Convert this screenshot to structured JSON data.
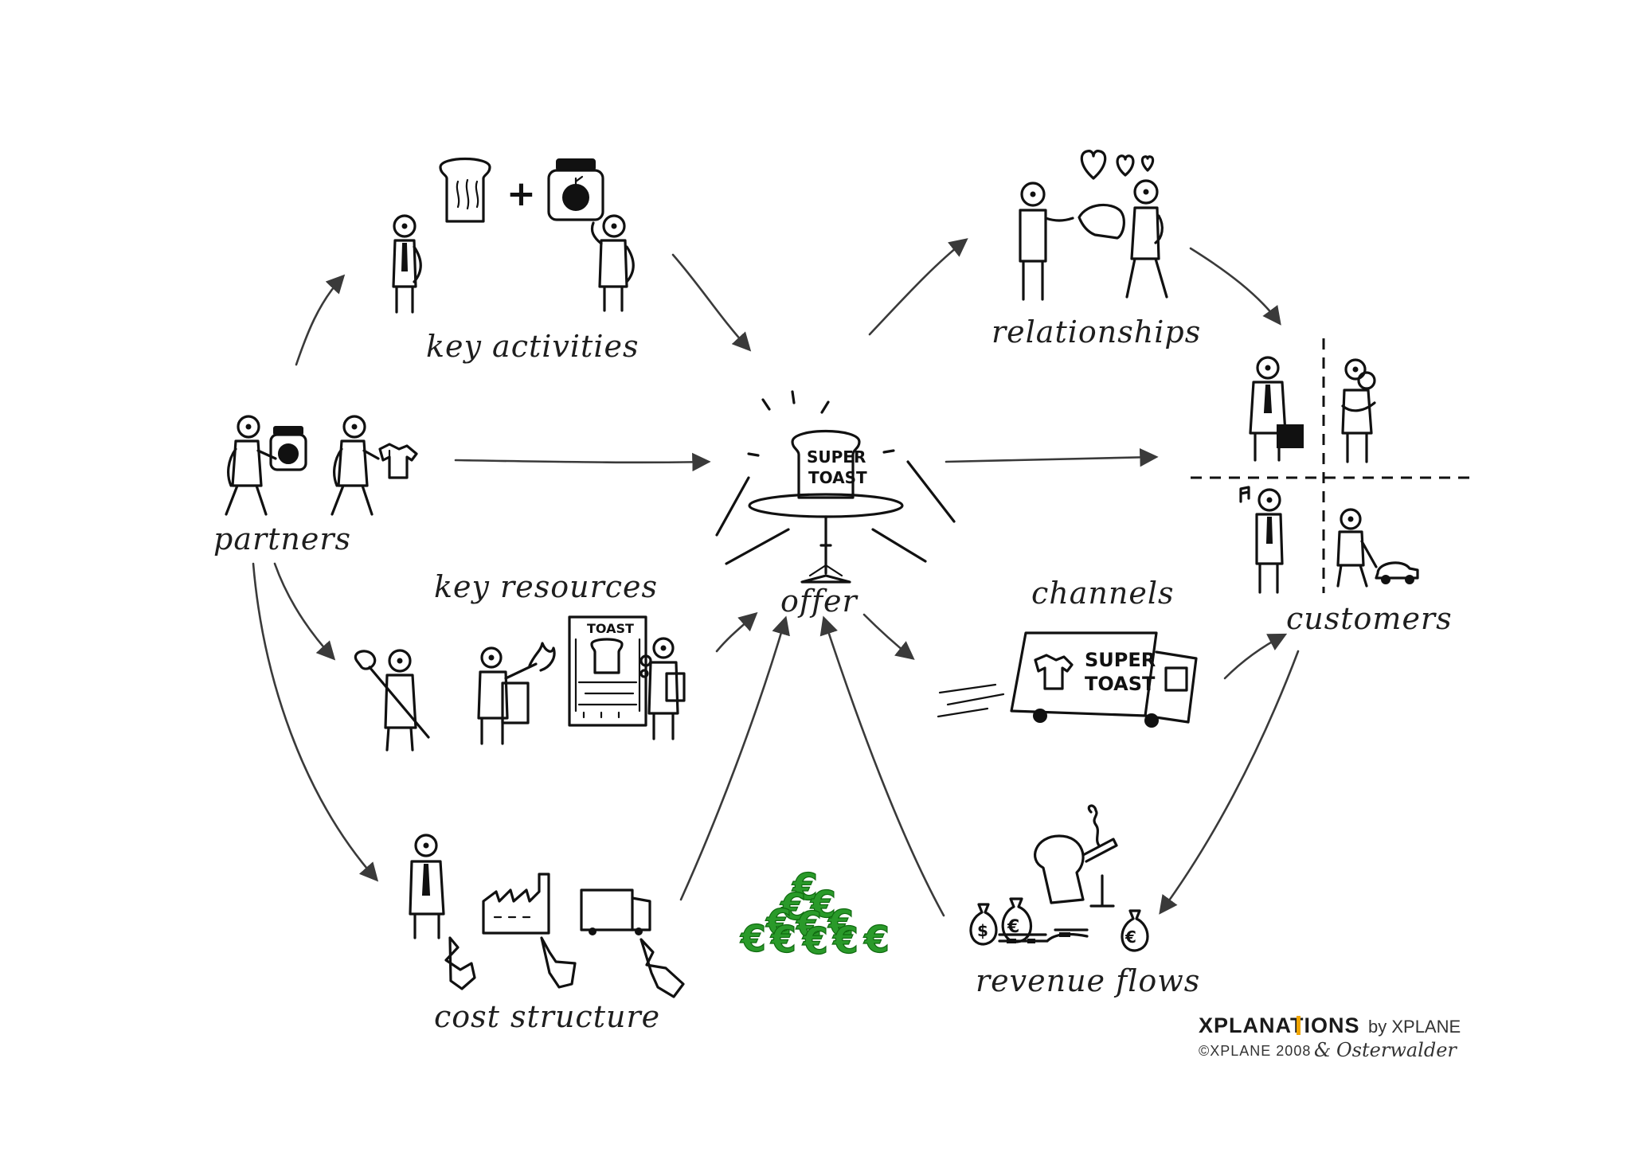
{
  "labels": {
    "key_activities": "key activities",
    "relationships": "relationships",
    "partners": "partners",
    "key_resources": "key resources",
    "offer": "offer",
    "channels": "channels",
    "customers": "customers",
    "cost_structure": "cost structure",
    "revenue_flows": "revenue flows"
  },
  "signs": {
    "offer_line1": "SUPER",
    "offer_line2": "TOAST",
    "truck_line1": "SUPER",
    "truck_line2": "TOAST",
    "poster": "TOAST"
  },
  "currency_symbol": "€",
  "branding": {
    "xplanations": "XPLANATIONS",
    "by": "by XPLANE",
    "copyright": "©XPLANE 2008",
    "amp": "&",
    "osterwalder": "Osterwalder"
  },
  "colors": {
    "ink": "#111111",
    "euro_green": "#2a9a2a",
    "brand_accent": "#f0a500"
  }
}
